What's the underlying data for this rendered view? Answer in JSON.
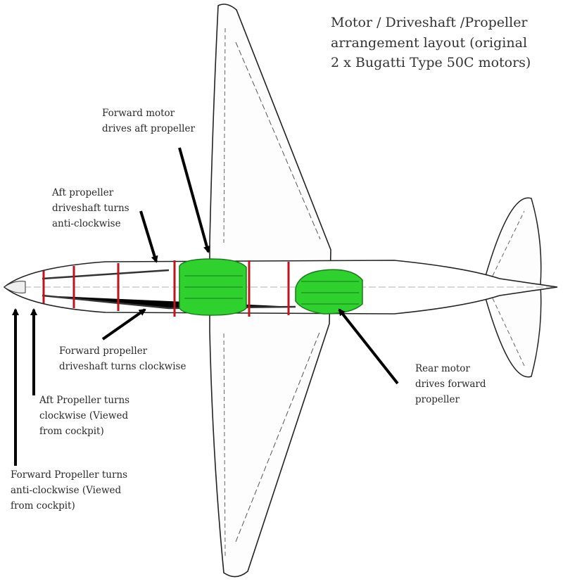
{
  "title_lines": [
    "Motor / Driveshaft /Propeller",
    "arrangement layout (original",
    "2 x Bugatti Type 50C motors)"
  ],
  "labels": {
    "forward_motor": [
      "Forward motor",
      "drives aft propeller"
    ],
    "aft_driveshaft": [
      "Aft propeller",
      "driveshaft turns",
      "anti-clockwise"
    ],
    "forward_driveshaft": [
      "Forward propeller",
      "driveshaft turns clockwise"
    ],
    "rear_motor": [
      "Rear motor",
      "drives forward",
      "propeller"
    ],
    "aft_propeller": [
      "Aft Propeller turns",
      "clockwise (Viewed",
      "from cockpit)"
    ],
    "forward_propeller": [
      "Forward Propeller turns",
      "anti-clockwise (Viewed",
      "from cockpit)"
    ]
  },
  "colors": {
    "motor": "#2fd12f",
    "bulkhead": "#c0141c",
    "outline": "#222222",
    "arrow": "#000000"
  }
}
